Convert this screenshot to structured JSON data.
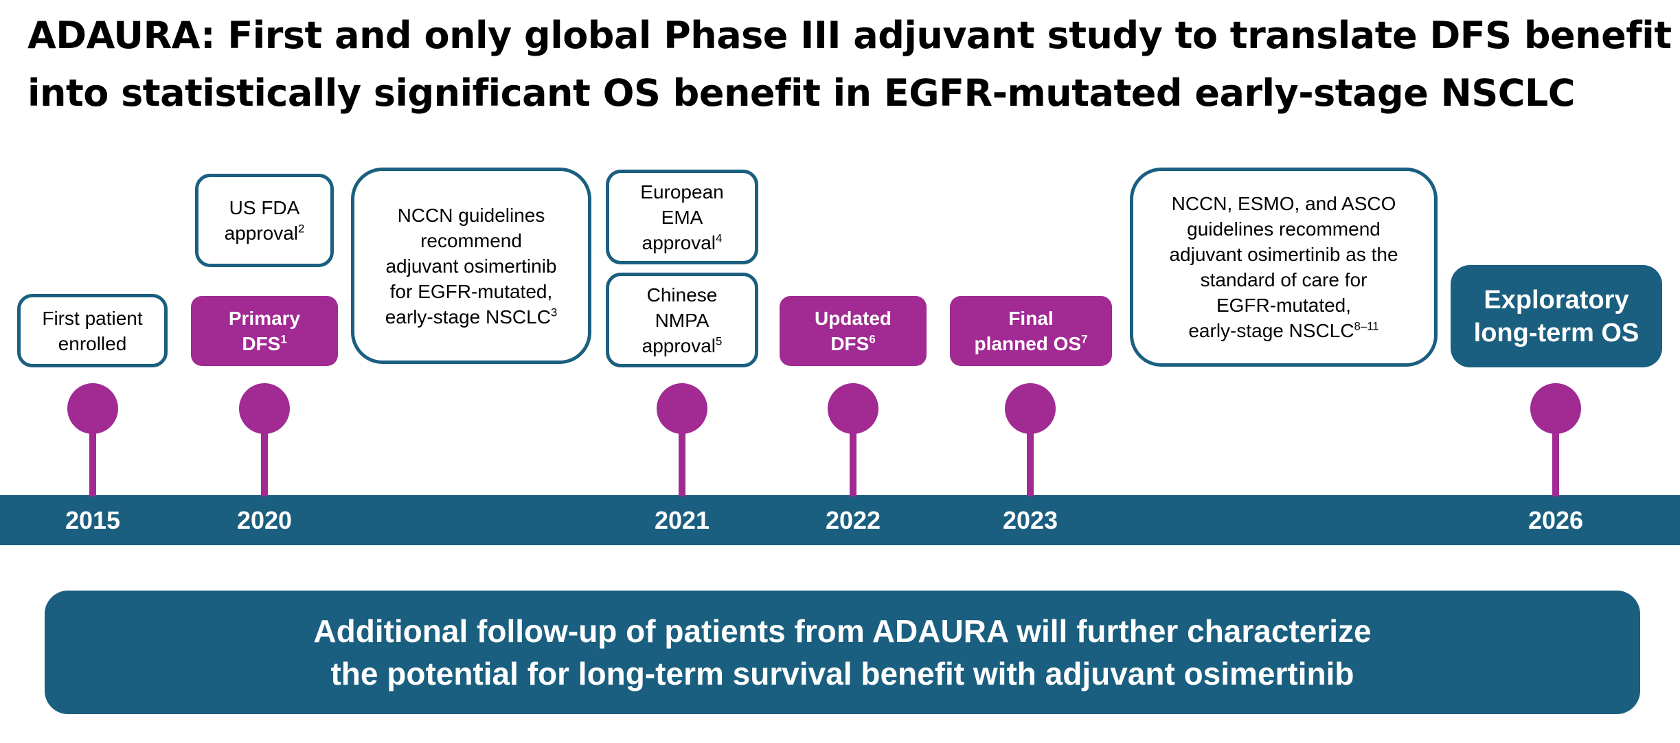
{
  "title": {
    "line1": "ADAURA: First and only global Phase III adjuvant study to translate DFS benefit",
    "line2": "into statistically significant OS benefit in EGFR-mutated early-stage NSCLC"
  },
  "timeline": {
    "years": [
      "2015",
      "2020",
      "2021",
      "2022",
      "2023",
      "2026"
    ]
  },
  "events": {
    "first_patient": {
      "line1": "First patient",
      "line2": "enrolled"
    },
    "us_fda": {
      "line1": "US FDA",
      "line2": "approval",
      "sup": "2"
    },
    "primary_dfs": {
      "line1": "Primary",
      "line2": "DFS",
      "sup": "1"
    },
    "nccn_2020": {
      "line1": "NCCN guidelines",
      "line2": "recommend",
      "line3": "adjuvant osimertinib",
      "line4": "for EGFR-mutated,",
      "line5": "early-stage NSCLC",
      "sup": "3"
    },
    "ema": {
      "line1": "European",
      "line2": "EMA",
      "line3": "approval",
      "sup": "4"
    },
    "nmpa": {
      "line1": "Chinese",
      "line2": "NMPA",
      "line3": "approval",
      "sup": "5"
    },
    "updated_dfs": {
      "line1": "Updated",
      "line2": "DFS",
      "sup": "6"
    },
    "final_os": {
      "line1": "Final",
      "line2": "planned OS",
      "sup": "7"
    },
    "guidelines_2023": {
      "line1": "NCCN, ESMO, and ASCO",
      "line2": "guidelines recommend",
      "line3": "adjuvant osimertinib as the",
      "line4": "standard of care for",
      "line5": "EGFR-mutated,",
      "line6": "early-stage NSCLC",
      "sup": "8–11"
    },
    "exploratory": {
      "line1": "Exploratory",
      "line2": "long-term OS"
    }
  },
  "footer": {
    "line1": "Additional follow-up of patients from ADAURA will further characterize",
    "line2": "the potential for long-term survival benefit with adjuvant osimertinib"
  },
  "colors": {
    "teal": "#1a5f7f",
    "purple": "#a12a93"
  }
}
